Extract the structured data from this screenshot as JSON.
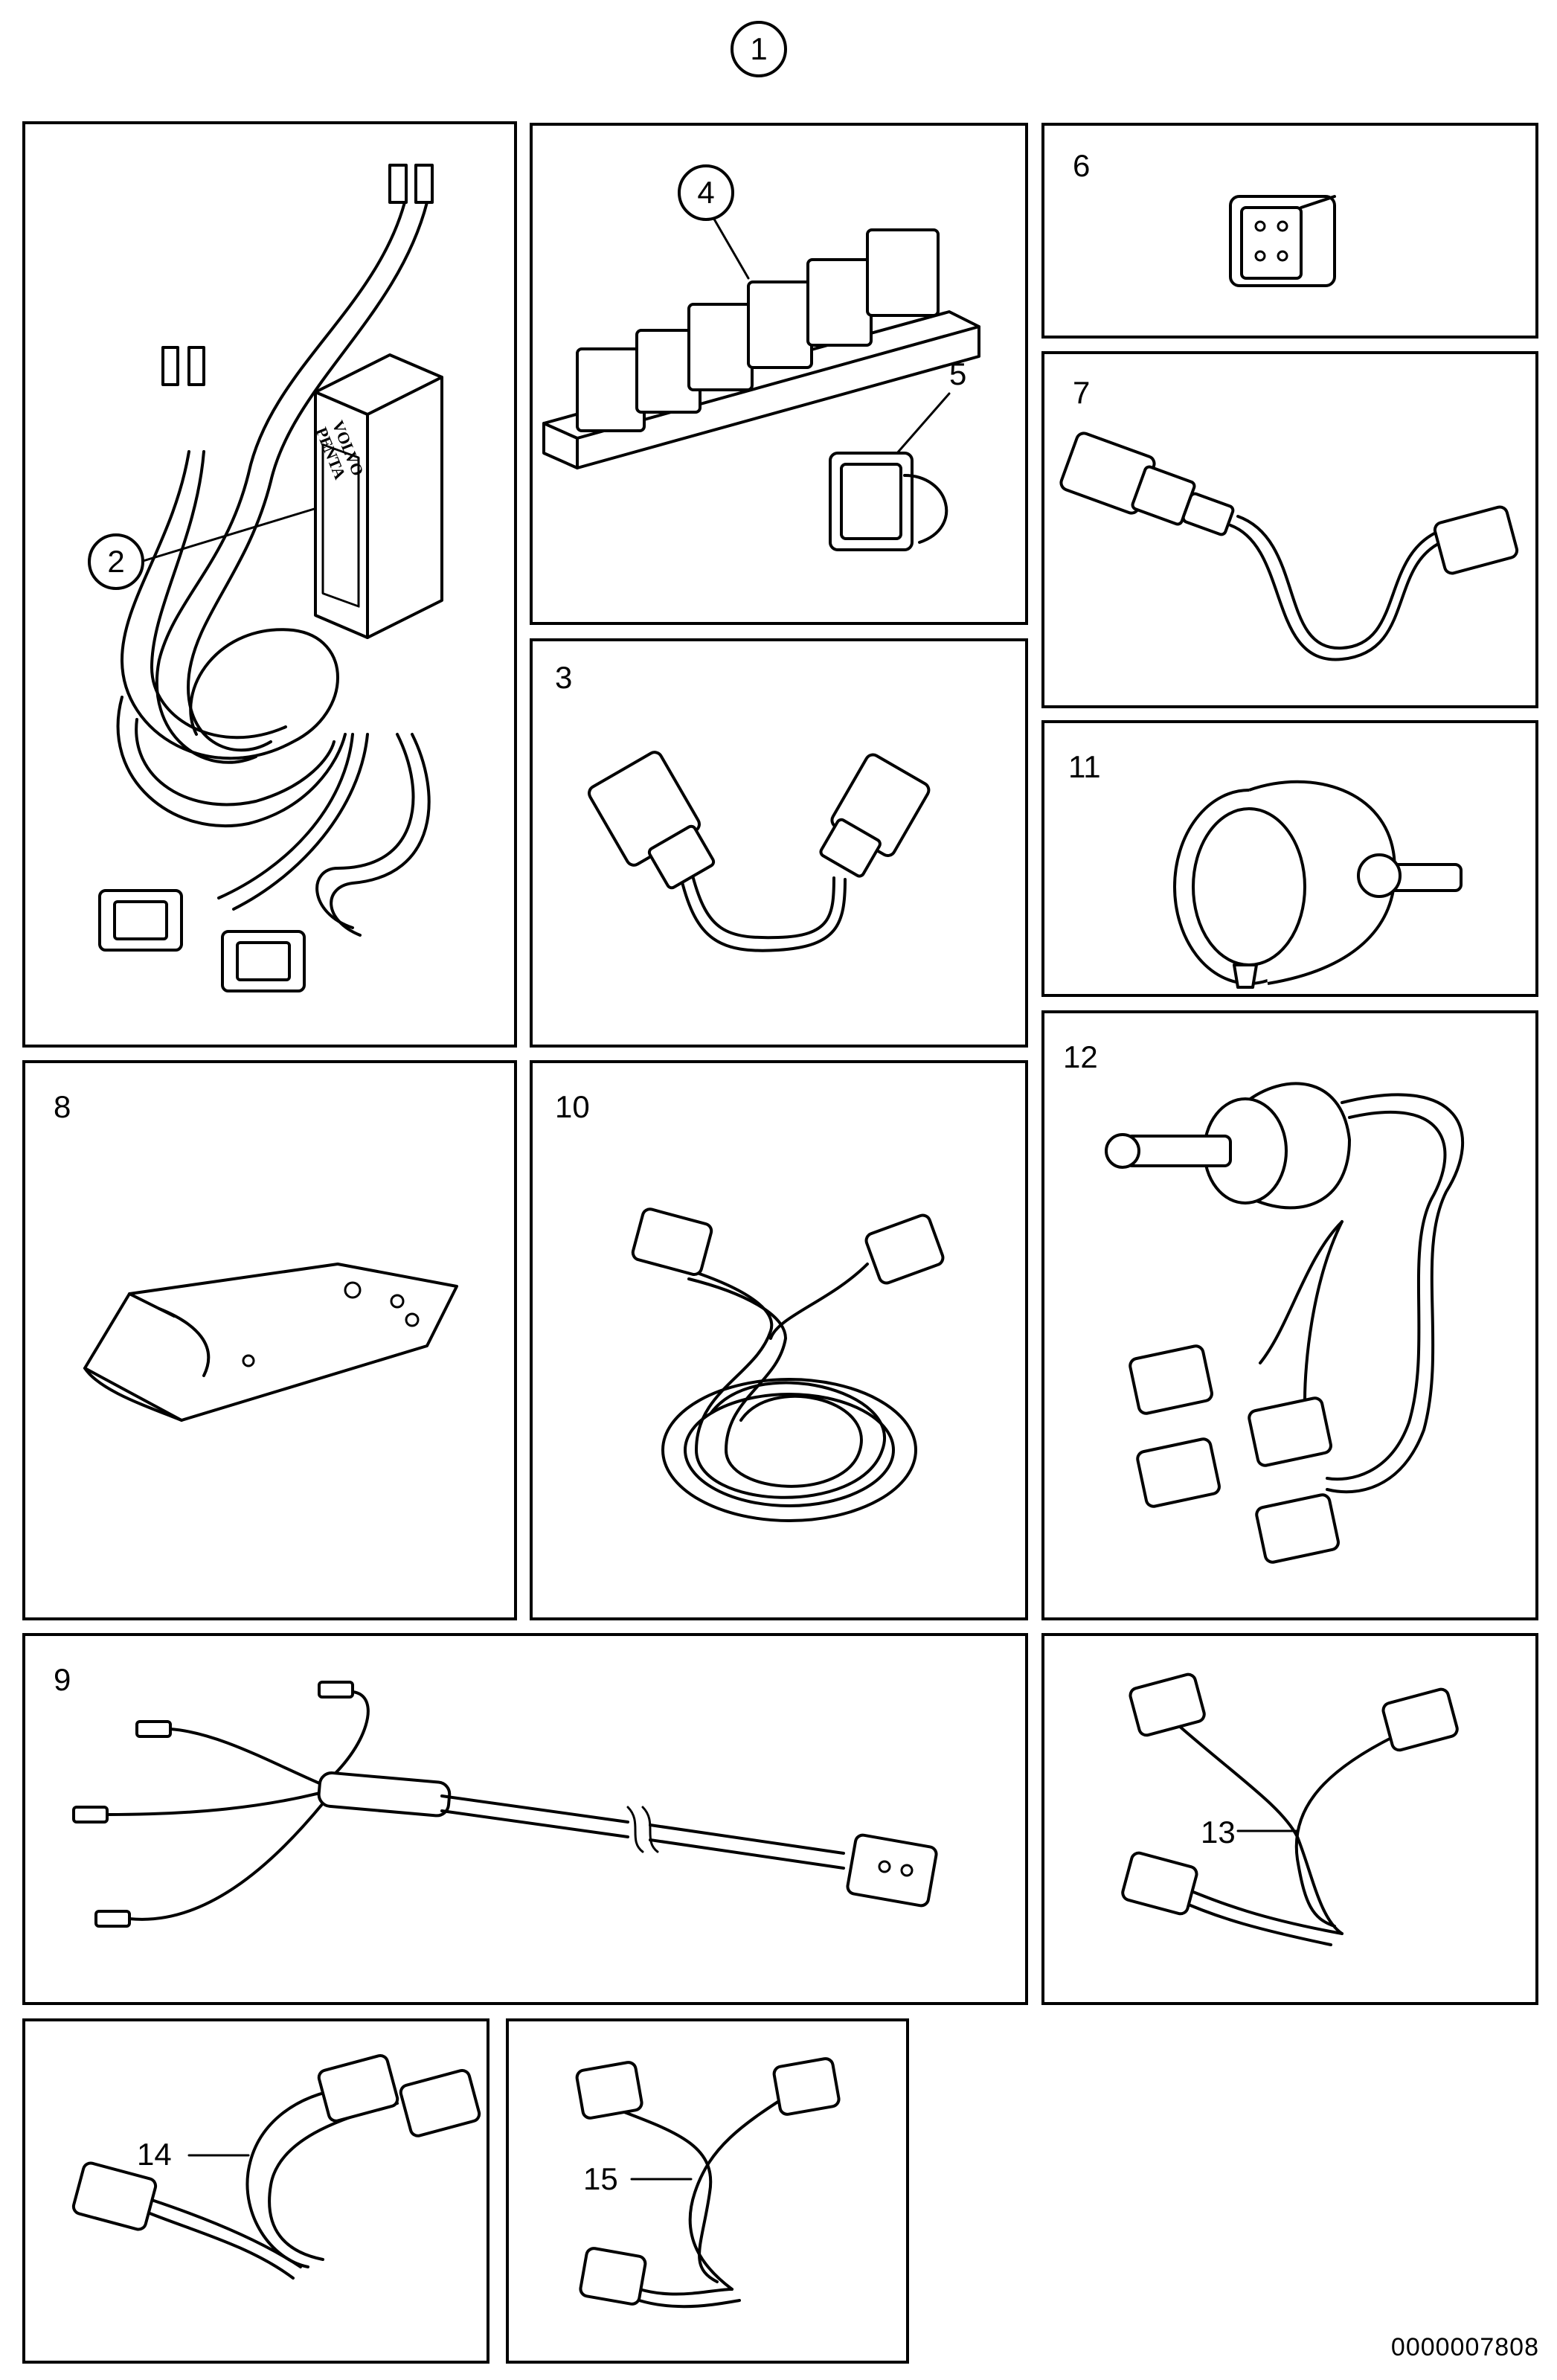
{
  "main_callout": "1",
  "drawing_id": "0000007808",
  "panels": {
    "p2": {
      "callout": "2",
      "logo_line1": "VOLVO",
      "logo_line2": "PENTA"
    },
    "p4": {
      "callout4": "4",
      "label5": "5"
    },
    "p6": {
      "label": "6"
    },
    "p7": {
      "label": "7"
    },
    "p3": {
      "label": "3"
    },
    "p11": {
      "label": "11"
    },
    "p8": {
      "label": "8"
    },
    "p10": {
      "label": "10"
    },
    "p12": {
      "label": "12"
    },
    "p9": {
      "label": "9"
    },
    "p13": {
      "label": "13"
    },
    "p14": {
      "label": "14"
    },
    "p15": {
      "label": "15"
    }
  }
}
